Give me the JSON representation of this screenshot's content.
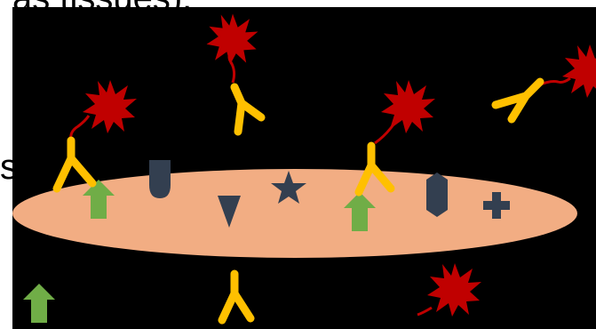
{
  "top_fragment": "as tissues).",
  "side_fragment": "s",
  "colors": {
    "background": "#000000",
    "cell": "#f2ad83",
    "antibody": "#ffc000",
    "fluorophore": "#c00000",
    "linker": "#c00000",
    "target_antigen": "#70ad47",
    "other_antigen": "#333f50"
  },
  "elements": {
    "cell": "cell-membrane",
    "antibody_icon": "y-shaped-antibody-icon",
    "fluorophore_icon": "red-starburst-icon",
    "target_icon": "green-up-arrow-icon",
    "other_icons": [
      "shield-icon",
      "triangle-icon",
      "star-icon",
      "hexagon-icon",
      "plus-icon"
    ]
  }
}
